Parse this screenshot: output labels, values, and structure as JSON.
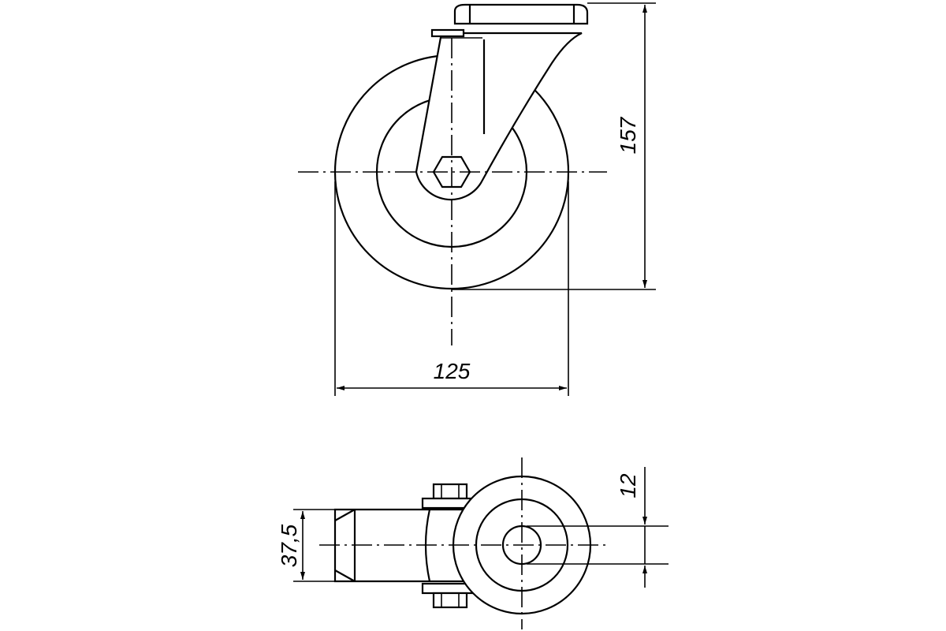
{
  "dimensions": {
    "wheel_diameter": "125",
    "overall_height": "157",
    "bore_width": "12",
    "bracket_width": "37,5"
  }
}
